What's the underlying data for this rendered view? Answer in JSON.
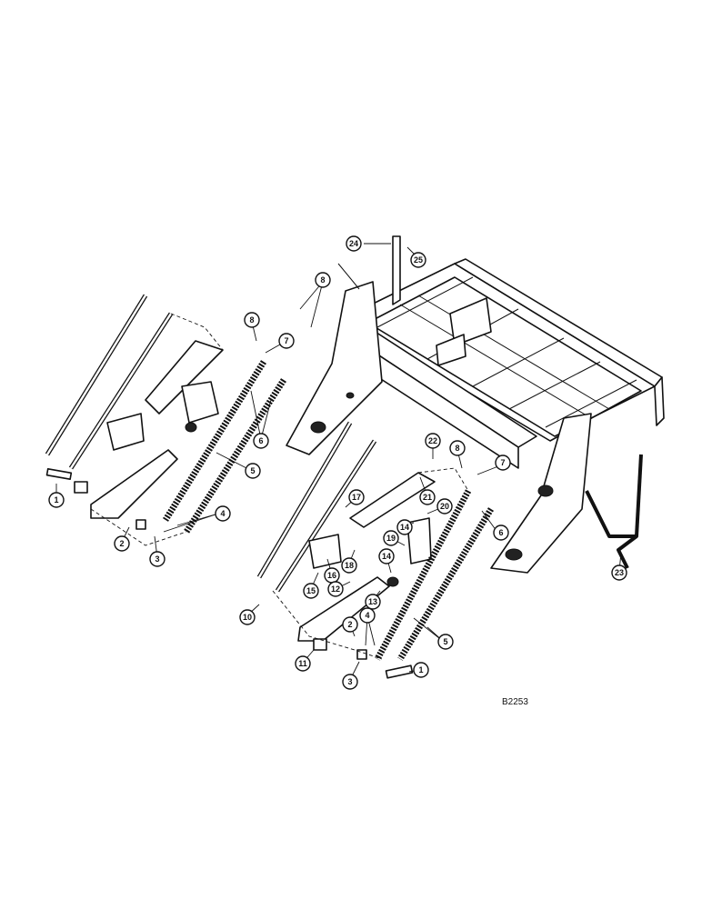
{
  "figure_ref": "B2253",
  "callouts": [
    "1",
    "2",
    "3",
    "4",
    "5",
    "6",
    "7",
    "8",
    "10",
    "11",
    "12",
    "13",
    "14",
    "15",
    "16",
    "17",
    "18",
    "19",
    "20",
    "21",
    "22",
    "23",
    "24",
    "25"
  ]
}
